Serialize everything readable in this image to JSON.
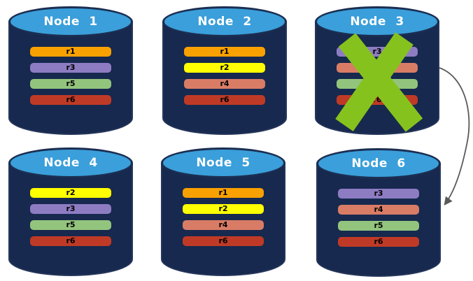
{
  "nodes": [
    {
      "title": "Node 1",
      "replicas": [
        {
          "label": "r1",
          "color": "#F9A100"
        },
        {
          "label": "r3",
          "color": "#8E7CC3"
        },
        {
          "label": "r5",
          "color": "#93C47D"
        },
        {
          "label": "r6",
          "color": "#BF3A26"
        }
      ]
    },
    {
      "title": "Node 2",
      "replicas": [
        {
          "label": "r1",
          "color": "#F9A100"
        },
        {
          "label": "r2",
          "color": "#FFFF00"
        },
        {
          "label": "r4",
          "color": "#D97C66"
        },
        {
          "label": "r6",
          "color": "#BF3A26"
        }
      ]
    },
    {
      "title": "Node 3",
      "status": "failed",
      "replicas": [
        {
          "label": "r3",
          "color": "#8E7CC3"
        },
        {
          "label": "r4",
          "color": "#D97C66"
        },
        {
          "label": "r5",
          "color": "#93C47D"
        },
        {
          "label": "r6",
          "color": "#BF3A26"
        }
      ]
    },
    {
      "title": "Node 4",
      "replicas": [
        {
          "label": "r2",
          "color": "#FFFF00"
        },
        {
          "label": "r3",
          "color": "#8E7CC3"
        },
        {
          "label": "r5",
          "color": "#93C47D"
        },
        {
          "label": "r6",
          "color": "#BF3A26"
        }
      ]
    },
    {
      "title": "Node 5",
      "replicas": [
        {
          "label": "r1",
          "color": "#F9A100"
        },
        {
          "label": "r2",
          "color": "#FFFF00"
        },
        {
          "label": "r4",
          "color": "#D97C66"
        },
        {
          "label": "r6",
          "color": "#BF3A26"
        }
      ]
    },
    {
      "title": "Node 6",
      "replicas": [
        {
          "label": "r3",
          "color": "#8E7CC3"
        },
        {
          "label": "r4",
          "color": "#D97C66"
        },
        {
          "label": "r5",
          "color": "#93C47D"
        },
        {
          "label": "r6",
          "color": "#BF3A26"
        }
      ]
    }
  ],
  "colors": {
    "cylinder_body": "#17294E",
    "cylinder_top": "#3A9FDA",
    "cylinder_outline": "#1B2E52",
    "failure_x": "#86C21E",
    "arrow": "#595959",
    "title_text": "#FFFFFF",
    "replica_label_text": "#000000"
  }
}
